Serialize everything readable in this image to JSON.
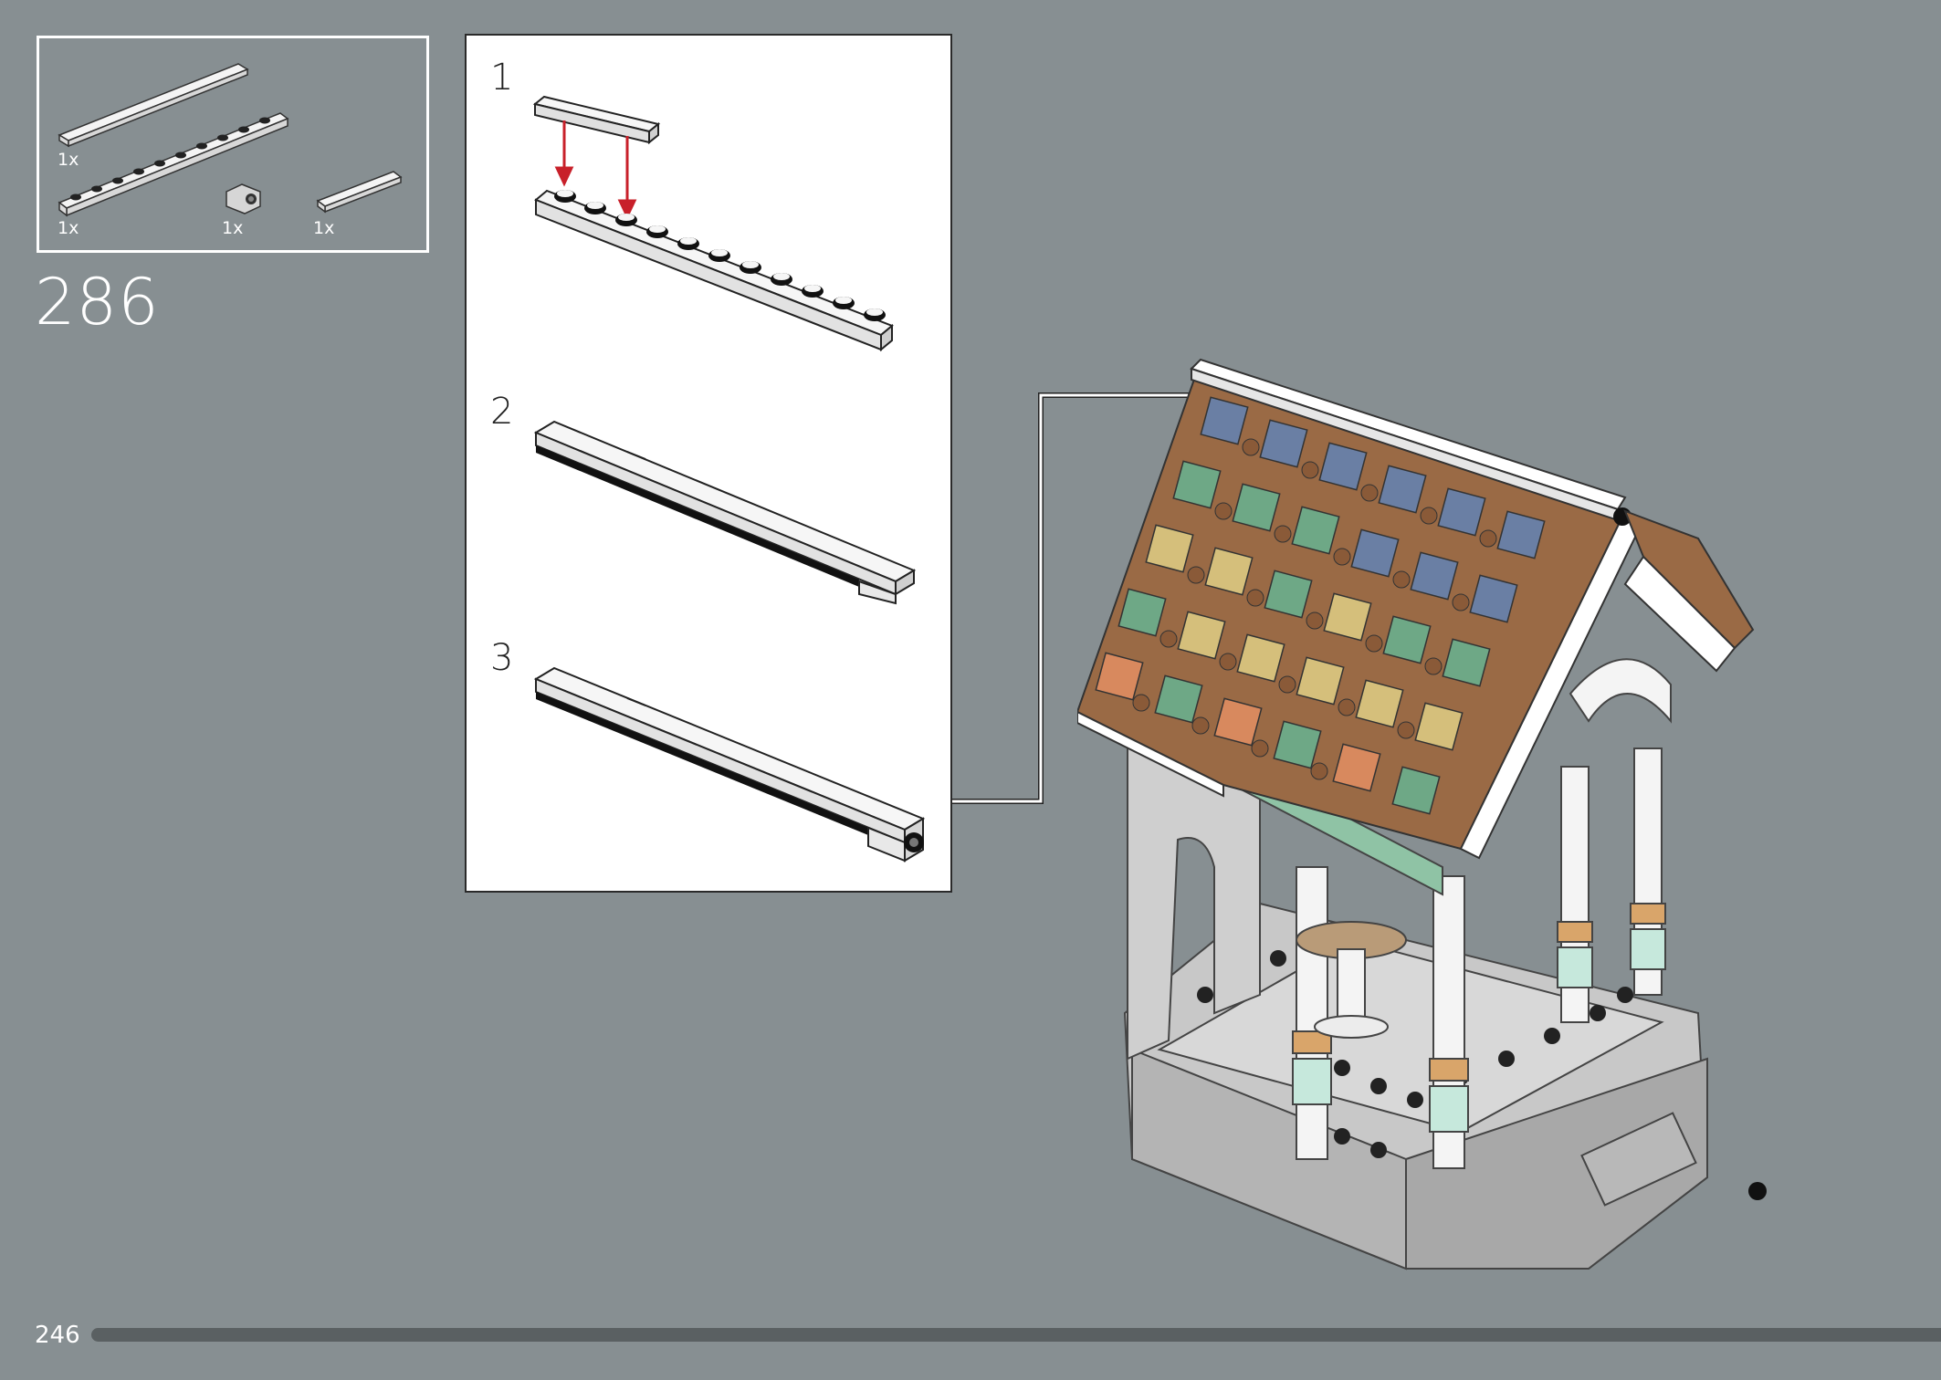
{
  "parts_list": {
    "items": [
      {
        "name": "white-tile-1x8",
        "qty": "1x"
      },
      {
        "name": "white-plate-1x10",
        "qty": "1x"
      },
      {
        "name": "light-gray-bracket",
        "qty": "1x"
      },
      {
        "name": "white-tile-1x4",
        "qty": "1x"
      }
    ]
  },
  "step": {
    "number": "286"
  },
  "substeps": [
    {
      "number": "1"
    },
    {
      "number": "2"
    },
    {
      "number": "3"
    }
  ],
  "footer": {
    "page_number": "246",
    "progress": 1.0
  },
  "colors": {
    "background": "#878f92",
    "arrow": "#c8202a",
    "roof_brown": "#9a6a45",
    "tile_blue": "#6a7fa4",
    "tile_green": "#6ea886",
    "tile_tan": "#d5bf7b",
    "tile_orange": "#d8895e",
    "column_accent": "#a8d4c0",
    "base_gray": "#c8c8c8"
  }
}
